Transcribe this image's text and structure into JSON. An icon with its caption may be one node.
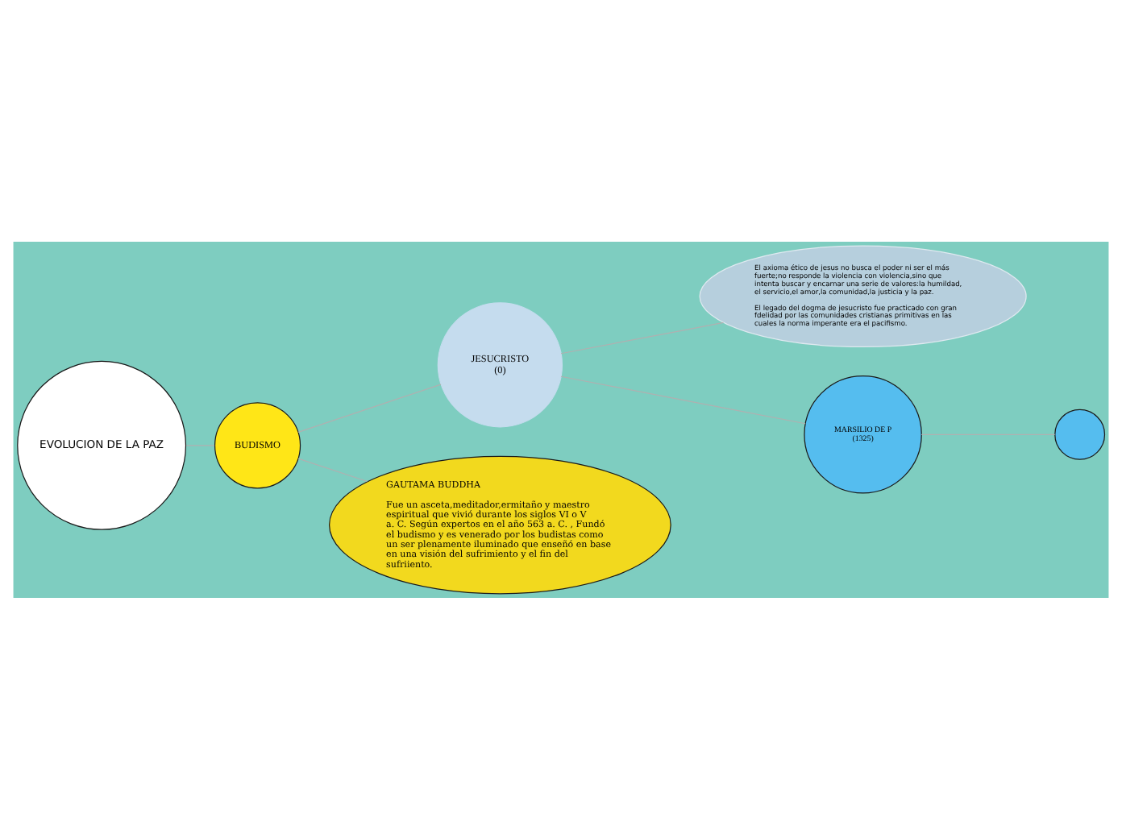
{
  "diagram": {
    "nodes": [
      {
        "text": [
          "EVOLUCION DE LA PAZ"
        ]
      },
      {
        "text": [
          "BUDISMO"
        ]
      },
      {
        "text": [
          "JESUCRISTO (0)"
        ]
      },
      {
        "text": [
          "El axioma ético de jesus no busca el poder ni ser el más fuerte;no responde la violencia con violencia,sino que intenta buscar y encarnar una serie de valores:la humildad, el servicio,el amor,la comunidad,la justicia y la paz.",
          "El legado del dogma de jesucristo fue practicado con gran fdelidad por las comunidades cristianas primitivas en las cuales la norma imperante era el pacifismo."
        ]
      },
      {
        "text": [
          "GAUTAMA BUDDHA",
          "Fue un asceta,meditador,ermitaño y maestro espiritual que vivió durante los siglos VI o V a. C. Según expertos en el año 563 a. C. , Fundó el budismo y es venerado por los budistas como un ser plenamente iluminado que enseñó en base en una visión del sufrimiento y el fin del sufriiento."
        ]
      },
      {
        "text": [
          "MARSILIO DE P (1325)"
        ]
      },
      {
        "text": [],
        "shape": "circle"
      }
    ],
    "edges": [
      {
        "from": 0,
        "to": 1,
        "arrow": "none"
      },
      {
        "from": 1,
        "to": 2,
        "arrow": "none"
      },
      {
        "from": 2,
        "to": 3,
        "arrow": "none"
      },
      {
        "from": 1,
        "to": 4,
        "arrow": "none"
      },
      {
        "from": 2,
        "to": 5,
        "arrow": "none"
      },
      {
        "from": 5,
        "to": 6,
        "arrow": "none"
      }
    ]
  }
}
